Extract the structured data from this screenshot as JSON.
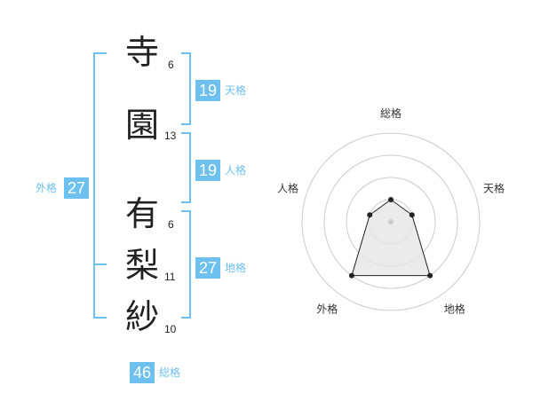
{
  "name_chars": [
    {
      "char": "寺",
      "strokes": "6"
    },
    {
      "char": "園",
      "strokes": "13"
    },
    {
      "char": "有",
      "strokes": "6"
    },
    {
      "char": "梨",
      "strokes": "11"
    },
    {
      "char": "紗",
      "strokes": "10"
    }
  ],
  "fortunes": {
    "tenkaku": {
      "value": "19",
      "label": "天格"
    },
    "jinkaku": {
      "value": "19",
      "label": "人格"
    },
    "chikaku": {
      "value": "27",
      "label": "地格"
    },
    "gaikaku": {
      "value": "27",
      "label": "外格"
    },
    "soukaku": {
      "value": "46",
      "label": "総格"
    }
  },
  "radar": {
    "axes": [
      "総格",
      "天格",
      "地格",
      "外格",
      "人格"
    ],
    "levels": 4,
    "values": [
      1,
      1,
      3,
      3,
      1
    ],
    "max": 4
  },
  "colors": {
    "accent": "#6ec0ef",
    "text": "#222222"
  }
}
